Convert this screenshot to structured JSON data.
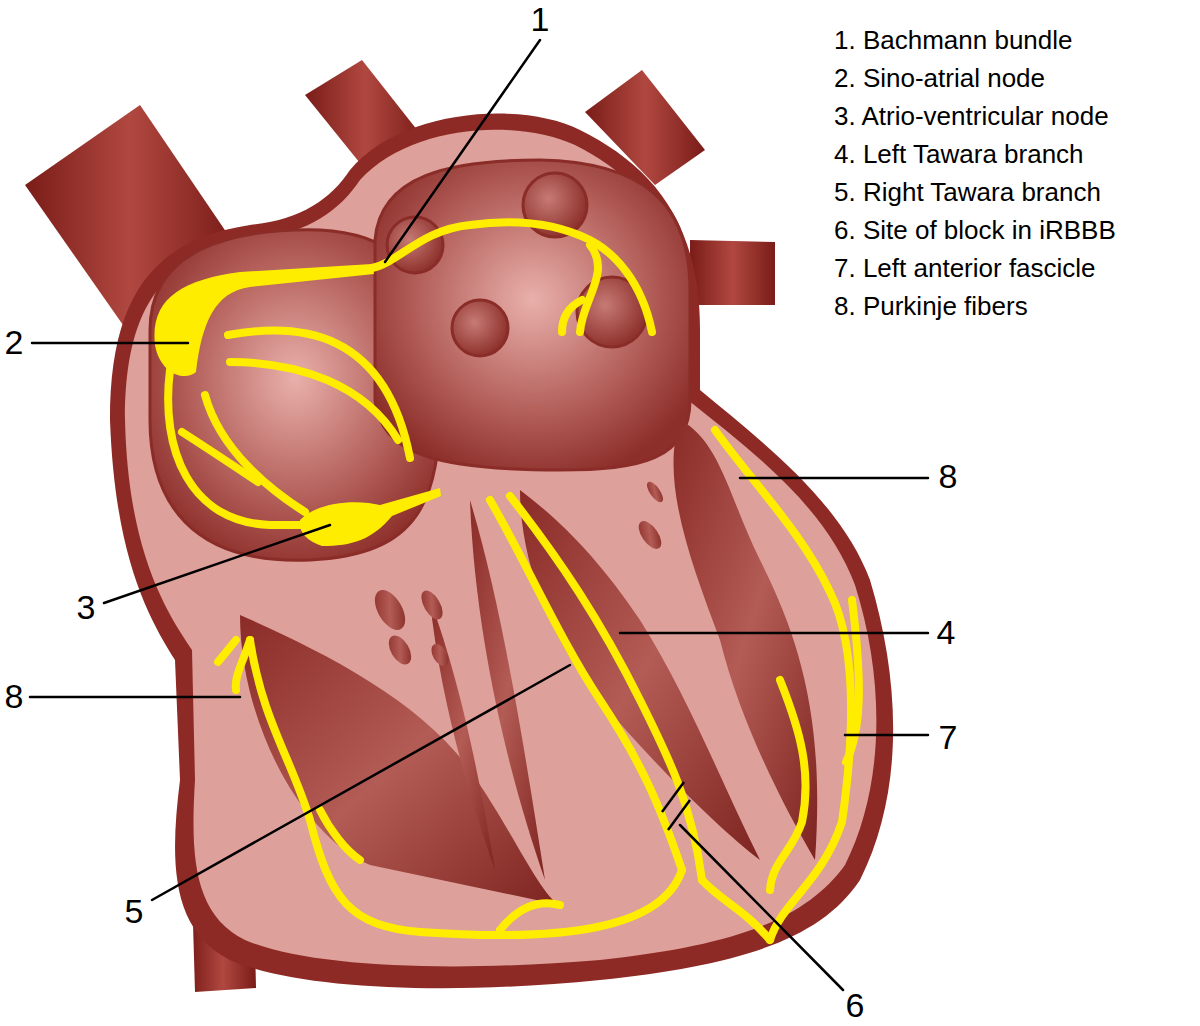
{
  "diagram": {
    "labels": [
      "1",
      "2",
      "3",
      "4",
      "5",
      "6",
      "7",
      "8",
      "8",
      "1. Bachmann bundle",
      "2. Sino-atrial node",
      "3. Atrio-ventricular node",
      "4. Left Tawara branch",
      "5. Right Tawara branch",
      "6. Site of block in iRBBB",
      "7. Left anterior fascicle",
      "8. Purkinje fibers"
    ]
  }
}
